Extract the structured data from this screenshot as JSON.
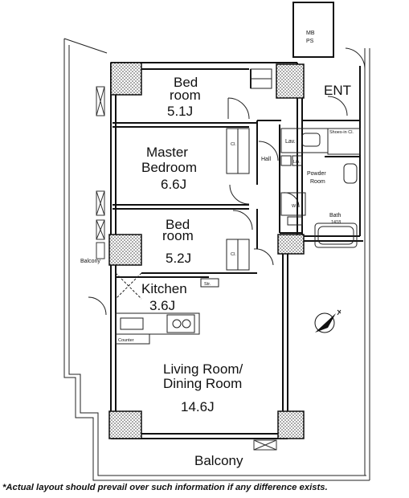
{
  "rooms": {
    "bedroom_top": {
      "line1": "Bed",
      "line2": "room",
      "size": "5.1J"
    },
    "master": {
      "line1": "Master",
      "line2": "Bedroom",
      "size": "6.6J"
    },
    "bedroom_mid": {
      "line1": "Bed",
      "line2": "room",
      "size": "5.2J"
    },
    "kitchen": {
      "name": "Kitchen",
      "size": "3.6J"
    },
    "living": {
      "line1": "Living Room/",
      "line2": "Dining Room",
      "size": "14.6J"
    }
  },
  "labels": {
    "ent": "ENT",
    "mbps_1": "MB",
    "mbps_2": "PS",
    "lav": "Lav.",
    "shoes": "Shoes-in Cl.",
    "hall": "Hall",
    "powder_1": "Powder",
    "powder_2": "Room",
    "bath": "Bath",
    "bath_size": "1418",
    "balcony_side": "Balcony",
    "balcony_bottom": "Balcony",
    "closet": "Cl.",
    "linen": "Lin.",
    "pantry": "Str.",
    "washer": "W",
    "counter": "Counter"
  },
  "disclaimer": "*Actual layout should prevail over such information if any difference exists."
}
